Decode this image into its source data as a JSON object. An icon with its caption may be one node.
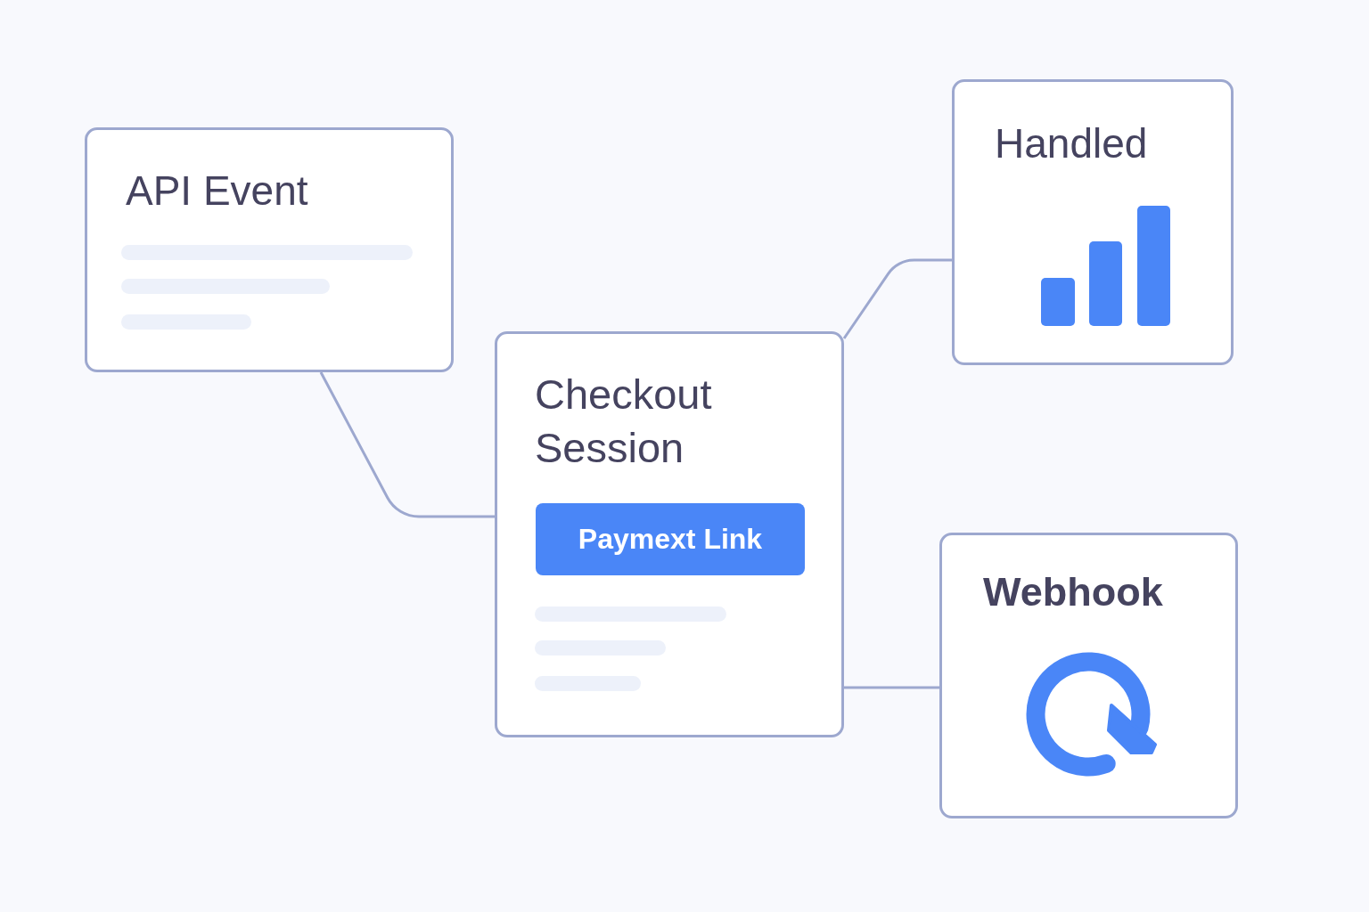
{
  "diagram": {
    "nodes": [
      {
        "text": [
          "API Event"
        ]
      },
      {
        "text": [
          "Checkout Session"
        ]
      },
      {
        "text": [
          "Paymext Link"
        ],
        "in": 1
      },
      {
        "text": [
          "Handled"
        ]
      },
      {
        "text": [
          "Webhook"
        ]
      }
    ],
    "edges": [
      {
        "from": 0,
        "to": 1,
        "arrow": "none"
      },
      {
        "from": 1,
        "to": 3,
        "arrow": "none"
      },
      {
        "from": 1,
        "to": 4,
        "arrow": "none"
      }
    ]
  }
}
